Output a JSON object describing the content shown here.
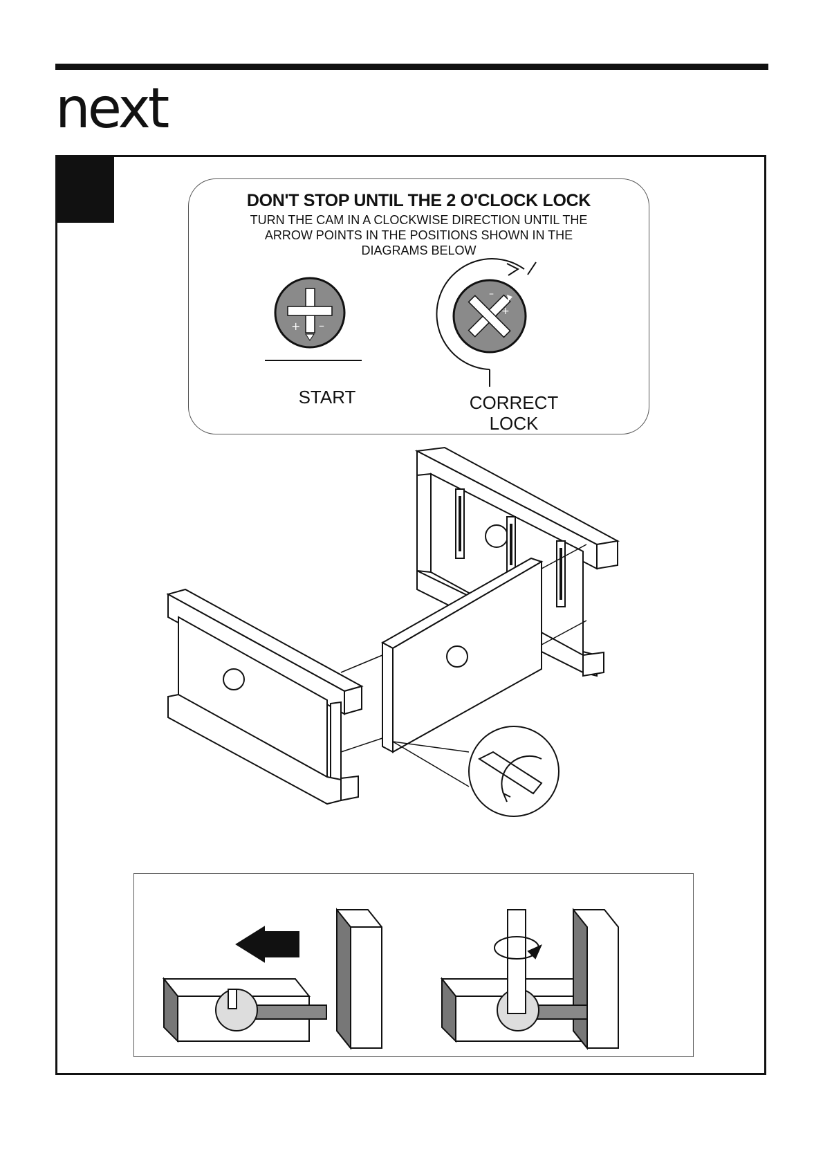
{
  "brand": {
    "logo_text": "next"
  },
  "info_panel": {
    "title": "DON'T STOP UNTIL THE 2 O'CLOCK LOCK",
    "body": "TURN THE CAM IN A CLOCKWISE DIRECTION UNTIL THE\nARROW POINTS IN THE POSITIONS SHOWN IN THE\nDIAGRAMS BELOW",
    "start_label": "START",
    "lock_label": "CORRECT\nLOCK"
  },
  "colors": {
    "ink": "#111111",
    "cam_fill": "#8a8a8a",
    "panel_border": "#555555"
  }
}
